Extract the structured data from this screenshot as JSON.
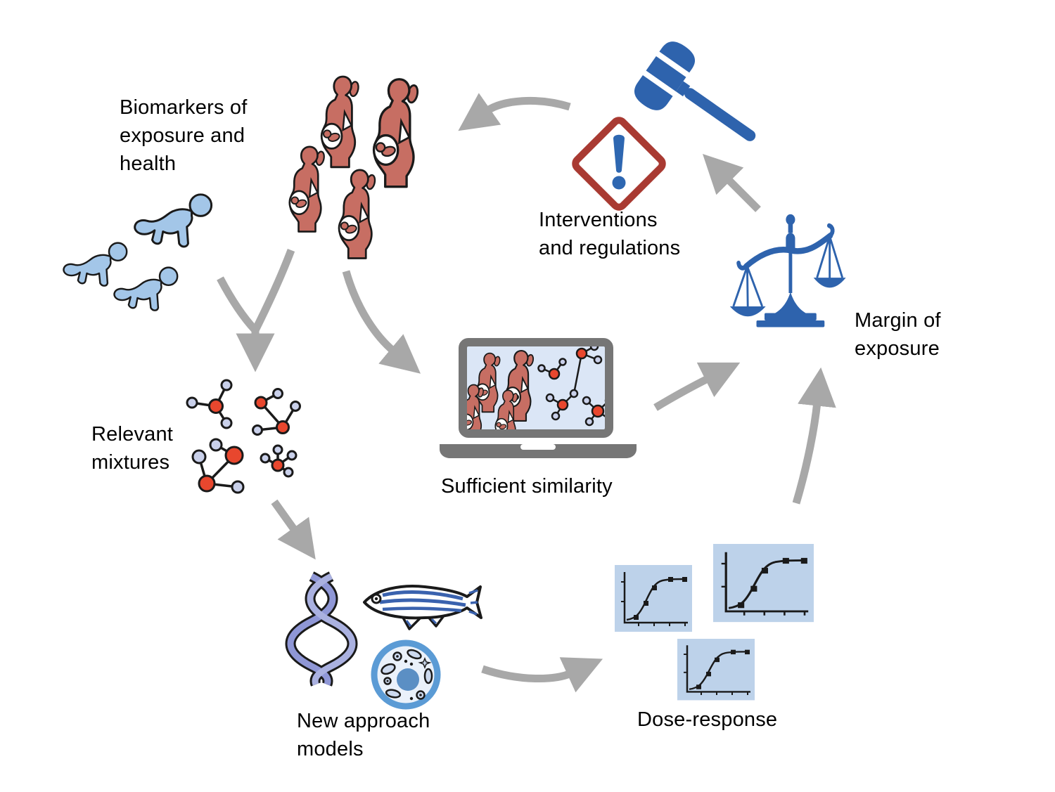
{
  "figure": {
    "type": "cyclical-research-framework-diagram",
    "background": "#ffffff"
  },
  "labels": {
    "biomarkers": "Biomarkers of\nexposure and\nhealth",
    "relevant_mixtures": "Relevant\nmixtures",
    "new_approach_models": "New approach\nmodels",
    "sufficient_similarity": "Sufficient similarity",
    "dose_response": "Dose-response",
    "margin_of_exposure": "Margin of\nexposure",
    "interventions": "Interventions\nand regulations"
  },
  "icons": [
    {
      "name": "crawling-babies-icon",
      "depicts": "three crawling infant silhouettes"
    },
    {
      "name": "pregnant-women-icon",
      "depicts": "four pregnant women silhouettes with fetus in womb"
    },
    {
      "name": "molecules-icon",
      "depicts": "clusters of molecules representing relevant mixtures"
    },
    {
      "name": "dna-helix-icon",
      "depicts": "DNA double helix"
    },
    {
      "name": "zebrafish-icon",
      "depicts": "zebrafish"
    },
    {
      "name": "cell-icon",
      "depicts": "cell with organelles"
    },
    {
      "name": "laptop-icon",
      "depicts": "laptop screen comparing pregnant women biomonitoring data with molecule mixtures"
    },
    {
      "name": "dose-response-charts-icon",
      "depicts": "three sigmoid dose-response curve panels"
    },
    {
      "name": "balance-scale-icon",
      "depicts": "tilted balance scale"
    },
    {
      "name": "gavel-icon",
      "depicts": "gavel"
    },
    {
      "name": "warning-diamond-icon",
      "depicts": "hazard pictogram diamond with exclamation mark"
    }
  ],
  "connections": [
    {
      "from": "biomarkers",
      "to": "relevant_mixtures"
    },
    {
      "from": "biomarkers",
      "to": "sufficient_similarity"
    },
    {
      "from": "relevant_mixtures",
      "to": "new_approach_models"
    },
    {
      "from": "new_approach_models",
      "to": "dose_response"
    },
    {
      "from": "dose_response",
      "to": "margin_of_exposure"
    },
    {
      "from": "sufficient_similarity",
      "to": "margin_of_exposure"
    },
    {
      "from": "margin_of_exposure",
      "to": "interventions"
    },
    {
      "from": "interventions",
      "to": "biomarkers"
    }
  ],
  "colors": {
    "figure_red": "#c76e63",
    "baby_blue": "#a3c6e8",
    "molecule_red": "#e8472e",
    "molecule_blue": "#c9d0ea",
    "icon_blue": "#2e63ad",
    "warning_red": "#a93a32",
    "arrow_gray": "#a8a8a8",
    "panel_blue": "#bdd2ea",
    "laptop_gray": "#767676",
    "screen_blue": "#dbe6f6",
    "dna_purple": "#8f97d6",
    "outline_black": "#1a1a1a",
    "text_black": "#000000"
  }
}
